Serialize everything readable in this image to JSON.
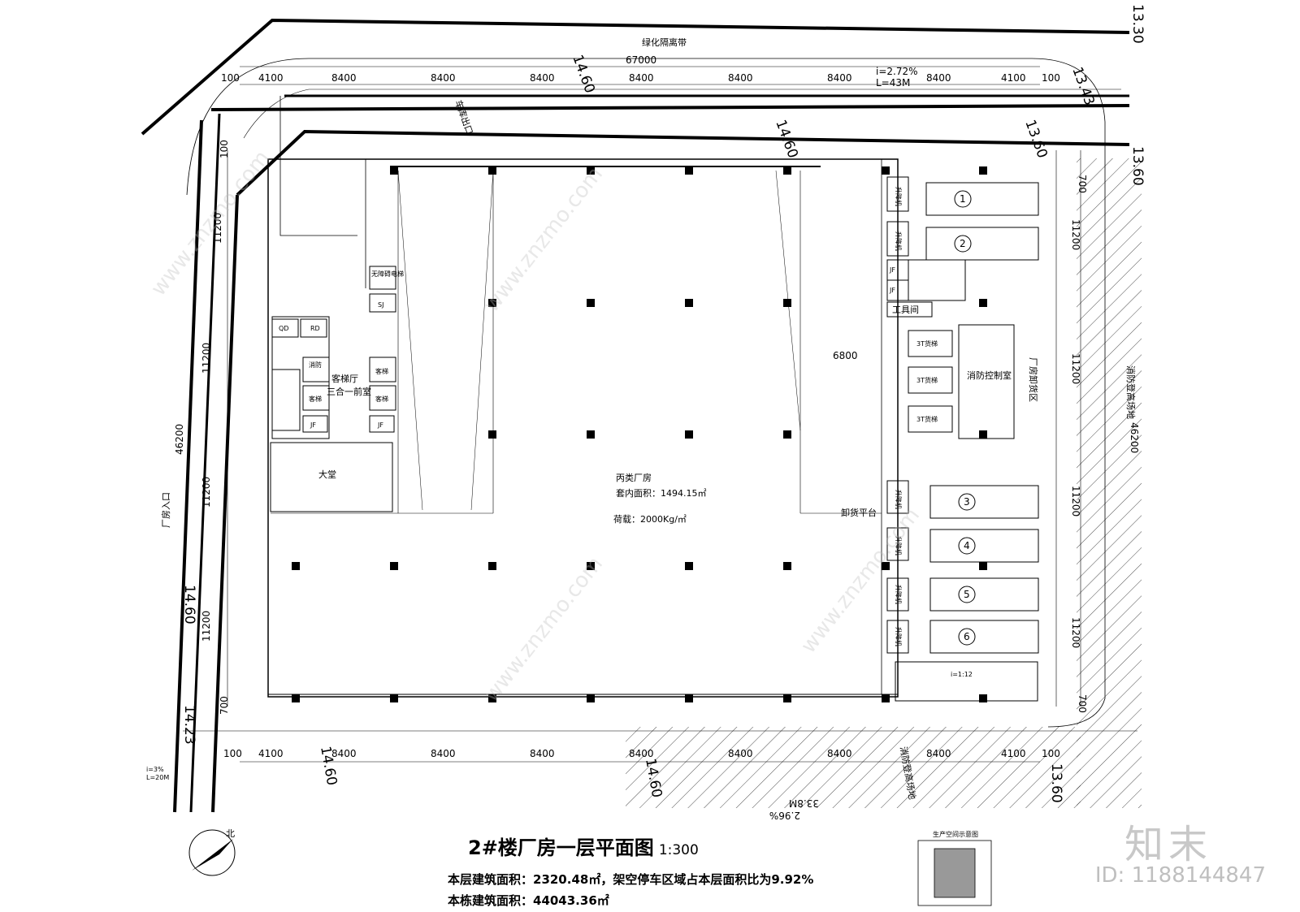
{
  "title": {
    "text": "2#楼厂房一层平面图",
    "scale": "1:300"
  },
  "notes": {
    "floor_area": "本层建筑面积：2320.48㎡，架空停车区域占本层面积比为9.92%",
    "building_area": "本栋建筑面积：44043.36㎡"
  },
  "labels": {
    "green_belt": "绿化隔离带",
    "total_width": "67000",
    "total_depth": "46200",
    "slope_top": "i=2.72%",
    "slope_top_len": "L=43M",
    "hall": "大堂",
    "plant": "丙类厂房",
    "indoor_area": "套内面积：1494.15㎡",
    "load": "荷载：2000Kg/㎡",
    "elevator_hall": "客梯厅",
    "vestibule": "三合一前室",
    "fire_control": "消防控制室",
    "loading_platform": "卸货平台",
    "tool_room": "工具间",
    "unloading_area": "厂房卸货区",
    "fire_site": "消防登高场地",
    "fire_site_bottom": "消防登高场地",
    "barrier_free": "无障碍电梯",
    "garage_exit": "车库出口",
    "plant_entrance": "厂房入口",
    "aisle_span": "6800",
    "ramp": "i=1:12",
    "slope_bottom": "2.96%",
    "slope_bottom_len": "33.8M",
    "small_slope": "i=3%",
    "small_slope_len": "L=20M",
    "north": "北",
    "qd": "QD",
    "rd": "RD",
    "sj": "SJ",
    "jf": "JF",
    "fire_lift": "消防",
    "passenger_lift": "客梯",
    "freight_lift": "3T货梯",
    "mech_lift": "升降机",
    "key_plan_title": "生产空间示意图"
  },
  "elevations": [
    "13.30",
    "13.43",
    "13.60",
    "13.60",
    "14.60",
    "14.60",
    "14.60",
    "14.23",
    "14.60",
    "13.60",
    "14.60"
  ],
  "top_dims": [
    "100",
    "4100",
    "8400",
    "8400",
    "8400",
    "8400",
    "8400",
    "8400",
    "8400",
    "4100",
    "100"
  ],
  "bottom_dims": [
    "100",
    "4100",
    "8400",
    "8400",
    "8400",
    "8400",
    "8400",
    "8400",
    "8400",
    "4100",
    "100"
  ],
  "left_dims": [
    "100",
    "11200",
    "11200",
    "11200",
    "11200",
    "700"
  ],
  "right_dims": [
    "700",
    "11200",
    "11200",
    "11200",
    "11200",
    "700"
  ],
  "parking_numbers": [
    "1",
    "2",
    "3",
    "4",
    "5",
    "6"
  ],
  "watermark": {
    "brand": "知末",
    "id": "ID: 1188144847",
    "url": "www.znzmo.com"
  }
}
